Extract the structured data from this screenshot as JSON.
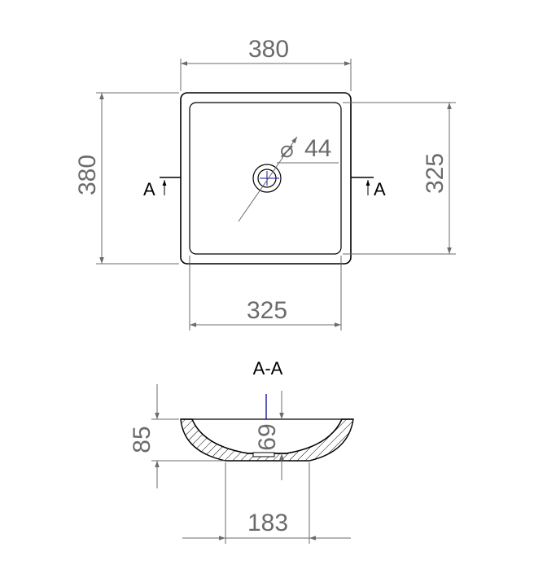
{
  "plan_view": {
    "top_width_label": "380",
    "left_height_label": "380",
    "right_height_label": "325",
    "bottom_width_label": "325",
    "hole_diameter_symbol": "⌀",
    "hole_diameter_label": "44",
    "section_marker_left": "A",
    "section_marker_right": "A"
  },
  "section_view": {
    "title": "A-A",
    "height_label": "85",
    "depth_label": "69",
    "base_width_label": "183"
  },
  "colors": {
    "outline": "#000000",
    "dimension": "#6b6b6b",
    "axis_marker": "#1a1aa6"
  }
}
